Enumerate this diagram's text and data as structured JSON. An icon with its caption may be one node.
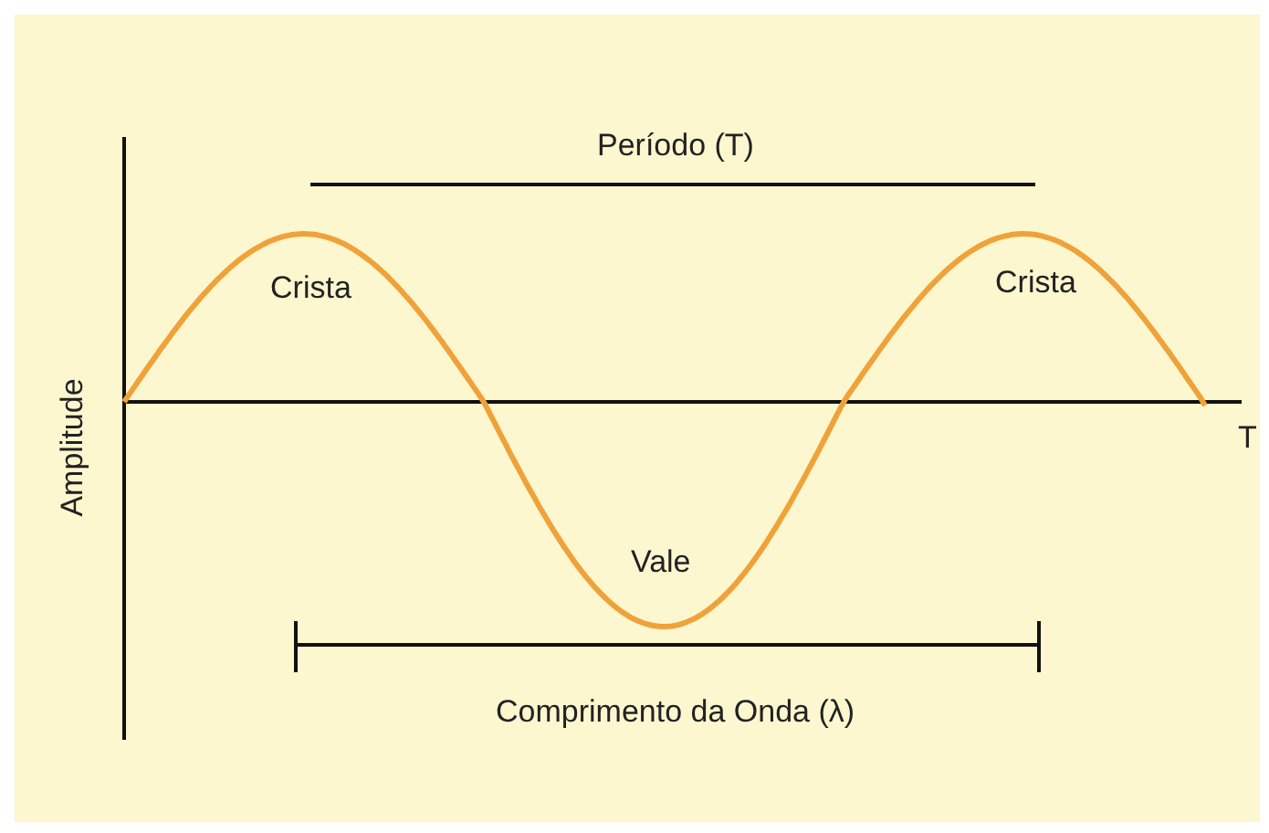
{
  "diagram": {
    "labels": [
      "Período (T)",
      "Crista",
      "Crista",
      "Amplitude",
      "T",
      "Vale",
      "Comprimento da Onda (λ)"
    ]
  }
}
